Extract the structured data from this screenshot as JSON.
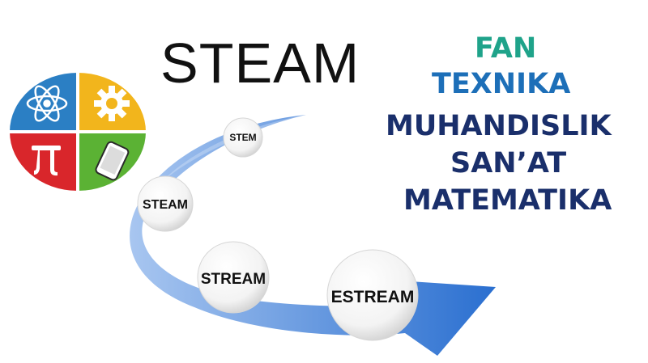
{
  "title": "STEAM",
  "acronym_words": [
    {
      "text": "FAN",
      "color": "#1fa38a"
    },
    {
      "text": "TEXNIKA",
      "color": "#1d6fb8"
    },
    {
      "text": "MUHANDISLIK",
      "color": "#1a2f6b"
    },
    {
      "text": "SAN’AT",
      "color": "#1a2f6b"
    },
    {
      "text": "MATEMATIKA",
      "color": "#1a2f6b"
    }
  ],
  "stages": [
    "STEM",
    "STEAM",
    "STREAM",
    "ESTREAM"
  ],
  "logo_quadrants": [
    {
      "icon": "atom-icon",
      "color": "#2b7fc4"
    },
    {
      "icon": "gear-icon",
      "color": "#f2b51c"
    },
    {
      "icon": "pi-icon",
      "color": "#d9262b"
    },
    {
      "icon": "tablet-icon",
      "color": "#5bb234"
    }
  ],
  "colors": {
    "arrow": "#2a6fd0",
    "arrow_light": "#a8c6f0"
  }
}
